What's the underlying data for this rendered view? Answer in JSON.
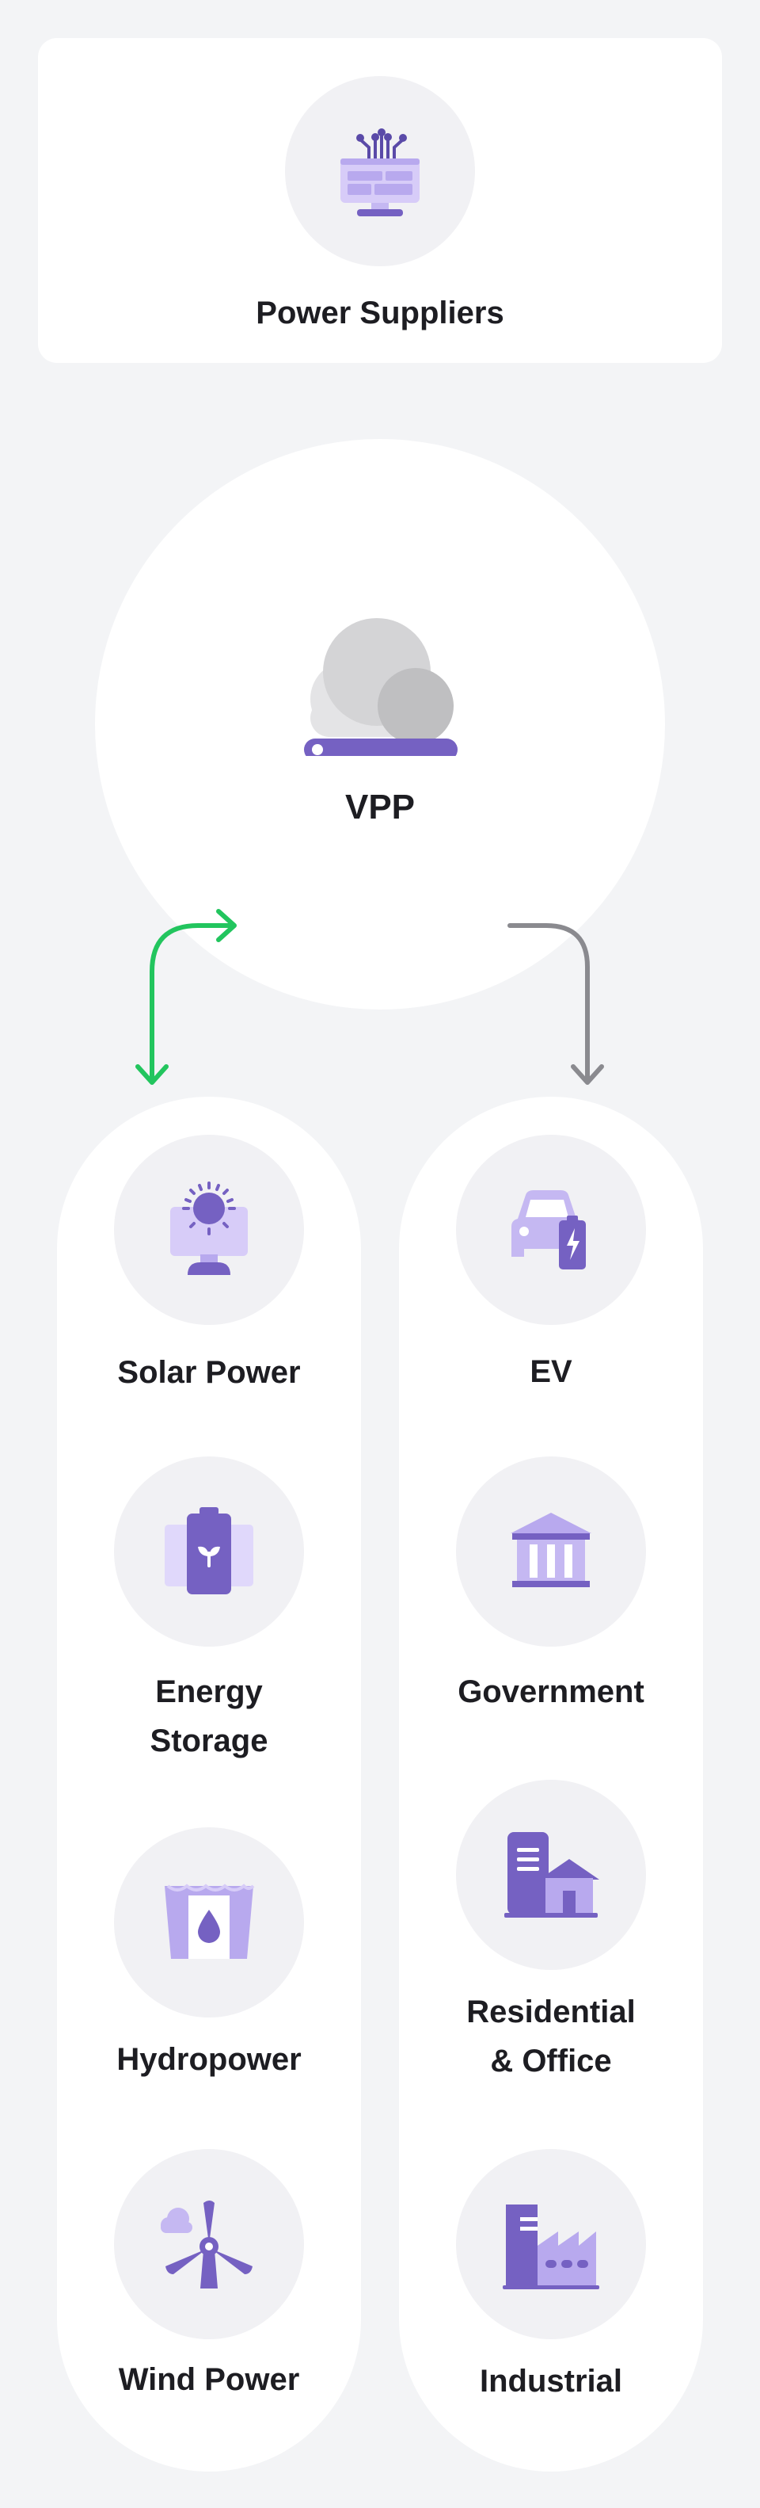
{
  "power_suppliers": {
    "label": "Power Suppliers",
    "icon": "server-network-icon"
  },
  "vpp": {
    "label": "VPP",
    "icon": "cloud-platform-icon"
  },
  "arrows": [
    {
      "name": "bidirectional-arrow",
      "color": "#22c55e"
    },
    {
      "name": "one-way-arrow",
      "color": "#8a8a8f"
    }
  ],
  "sources": {
    "items": [
      {
        "label": "Solar Power",
        "icon": "solar-panel-icon"
      },
      {
        "label_line1": "Energy",
        "label_line2": "Storage",
        "icon": "battery-storage-icon"
      },
      {
        "label": "Hydropower",
        "icon": "hydro-dam-icon"
      },
      {
        "label": "Wind Power",
        "icon": "wind-turbine-icon"
      }
    ]
  },
  "consumers": {
    "items": [
      {
        "label": "EV",
        "icon": "electric-car-icon"
      },
      {
        "label": "Government",
        "icon": "government-building-icon"
      },
      {
        "label_line1": "Residential",
        "label_line2": "& Office",
        "icon": "residential-office-icon"
      },
      {
        "label": "Industrial",
        "icon": "factory-icon"
      }
    ]
  },
  "colors": {
    "background": "#f3f4f6",
    "purple": "#7561c2",
    "light_purple": "#c5b8f2",
    "green": "#22c55e",
    "gray_arrow": "#8a8a8f"
  }
}
